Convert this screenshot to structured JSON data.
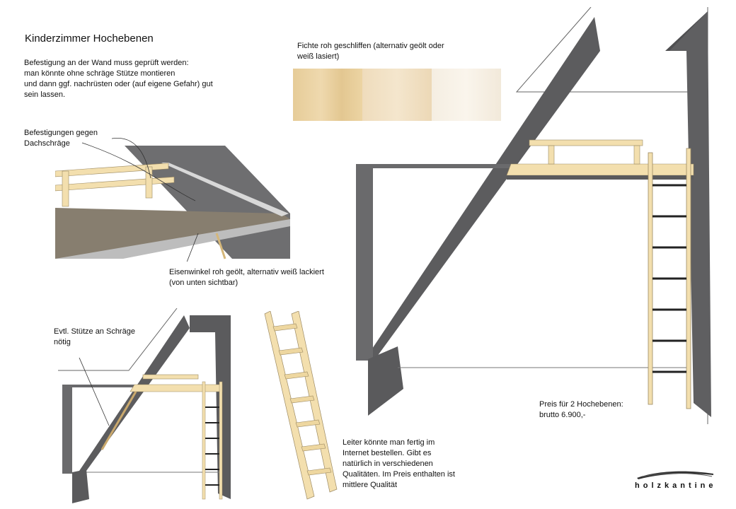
{
  "title": "Kinderzimmer Hochebenen",
  "note_mount": "Befestigung  an der Wand muss geprüft werden:\nman könnte ohne schräge Stütze montieren\nund dann ggf. nachrüsten oder (auf eigene Gefahr) gut\nsein lassen.",
  "note_fixing": "Befestigungen  gegen\nDachschräge",
  "note_wood": "Fichte roh geschliffen (alternativ geölt oder\nweiß lasiert)",
  "note_iron": "Eisenwinkel roh geölt, alternativ  weiß lackiert\n(von unten sichtbar)",
  "note_support": "Evtl. Stütze an Schräge\nnötig",
  "note_ladder": "Leiter könnte man fertig im\nInternet  bestellen.  Gibt es\nnatürlich in verschiedenen\nQualitäten.  Im Preis enthalten  ist\nmittlere  Qualität",
  "note_price": "Preis für 2  Hochebenen:\nbrutto 6.900,-",
  "logo": "holzkantine",
  "colors": {
    "wood_raw": "#ecd6a6",
    "wood_oiled": "#f0e0c4",
    "wood_white": "#f6efe4",
    "wall_dark": "#5a5a5c",
    "plank": "#f3dfae",
    "floor_panel": "#857c6c"
  }
}
